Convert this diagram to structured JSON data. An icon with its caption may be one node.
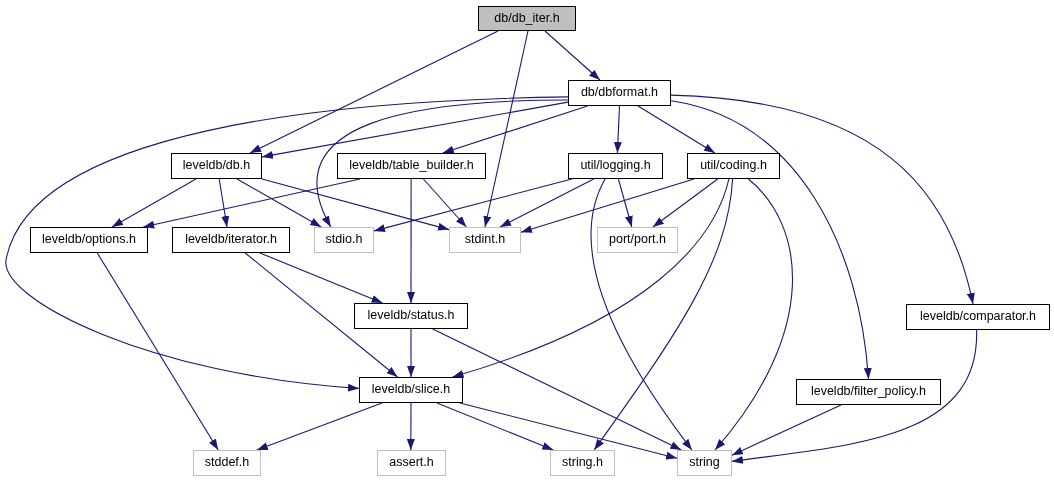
{
  "diagram": {
    "nodes": [
      {
        "text": [
          "db/db_iter.h"
        ]
      },
      {
        "text": [
          "db/dbformat.h"
        ]
      },
      {
        "text": [
          "leveldb/db.h"
        ]
      },
      {
        "text": [
          "leveldb/table_builder.h"
        ]
      },
      {
        "text": [
          "util/logging.h"
        ]
      },
      {
        "text": [
          "util/coding.h"
        ]
      },
      {
        "text": [
          "leveldb/options.h"
        ]
      },
      {
        "text": [
          "leveldb/iterator.h"
        ]
      },
      {
        "text": [
          "stdio.h"
        ]
      },
      {
        "text": [
          "stdint.h"
        ]
      },
      {
        "text": [
          "port/port.h"
        ]
      },
      {
        "text": [
          "leveldb/status.h"
        ]
      },
      {
        "text": [
          "leveldb/comparator.h"
        ]
      },
      {
        "text": [
          "leveldb/slice.h"
        ]
      },
      {
        "text": [
          "leveldb/filter_policy.h"
        ]
      },
      {
        "text": [
          "stddef.h"
        ]
      },
      {
        "text": [
          "assert.h"
        ]
      },
      {
        "text": [
          "string.h"
        ]
      },
      {
        "text": [
          "string"
        ]
      }
    ],
    "edges": [
      {
        "from": 0,
        "to": 2,
        "arrow": "to"
      },
      {
        "from": 0,
        "to": 9,
        "arrow": "to"
      },
      {
        "from": 0,
        "to": 1,
        "arrow": "to"
      },
      {
        "from": 1,
        "to": 2,
        "arrow": "to"
      },
      {
        "from": 1,
        "to": 8,
        "arrow": "to"
      },
      {
        "from": 1,
        "to": 3,
        "arrow": "to"
      },
      {
        "from": 1,
        "to": 4,
        "arrow": "to"
      },
      {
        "from": 1,
        "to": 5,
        "arrow": "to"
      },
      {
        "from": 1,
        "to": 13,
        "arrow": "to"
      },
      {
        "from": 1,
        "to": 14,
        "arrow": "to"
      },
      {
        "from": 1,
        "to": 12,
        "arrow": "to"
      },
      {
        "from": 2,
        "to": 6,
        "arrow": "to"
      },
      {
        "from": 2,
        "to": 7,
        "arrow": "to"
      },
      {
        "from": 2,
        "to": 8,
        "arrow": "to"
      },
      {
        "from": 2,
        "to": 9,
        "arrow": "to"
      },
      {
        "from": 3,
        "to": 6,
        "arrow": "to"
      },
      {
        "from": 3,
        "to": 11,
        "arrow": "to"
      },
      {
        "from": 3,
        "to": 9,
        "arrow": "to"
      },
      {
        "from": 4,
        "to": 8,
        "arrow": "to"
      },
      {
        "from": 4,
        "to": 9,
        "arrow": "to"
      },
      {
        "from": 4,
        "to": 10,
        "arrow": "to"
      },
      {
        "from": 4,
        "to": 18,
        "arrow": "to"
      },
      {
        "from": 5,
        "to": 9,
        "arrow": "to"
      },
      {
        "from": 5,
        "to": 10,
        "arrow": "to"
      },
      {
        "from": 5,
        "to": 13,
        "arrow": "to"
      },
      {
        "from": 5,
        "to": 17,
        "arrow": "to"
      },
      {
        "from": 5,
        "to": 18,
        "arrow": "to"
      },
      {
        "from": 6,
        "to": 15,
        "arrow": "to"
      },
      {
        "from": 7,
        "to": 11,
        "arrow": "to"
      },
      {
        "from": 7,
        "to": 13,
        "arrow": "to"
      },
      {
        "from": 11,
        "to": 13,
        "arrow": "to"
      },
      {
        "from": 11,
        "to": 18,
        "arrow": "to"
      },
      {
        "from": 12,
        "to": 18,
        "arrow": "to"
      },
      {
        "from": 14,
        "to": 18,
        "arrow": "to"
      },
      {
        "from": 13,
        "to": 15,
        "arrow": "to"
      },
      {
        "from": 13,
        "to": 16,
        "arrow": "to"
      },
      {
        "from": 13,
        "to": 17,
        "arrow": "to"
      },
      {
        "from": 13,
        "to": 18,
        "arrow": "to"
      }
    ]
  }
}
